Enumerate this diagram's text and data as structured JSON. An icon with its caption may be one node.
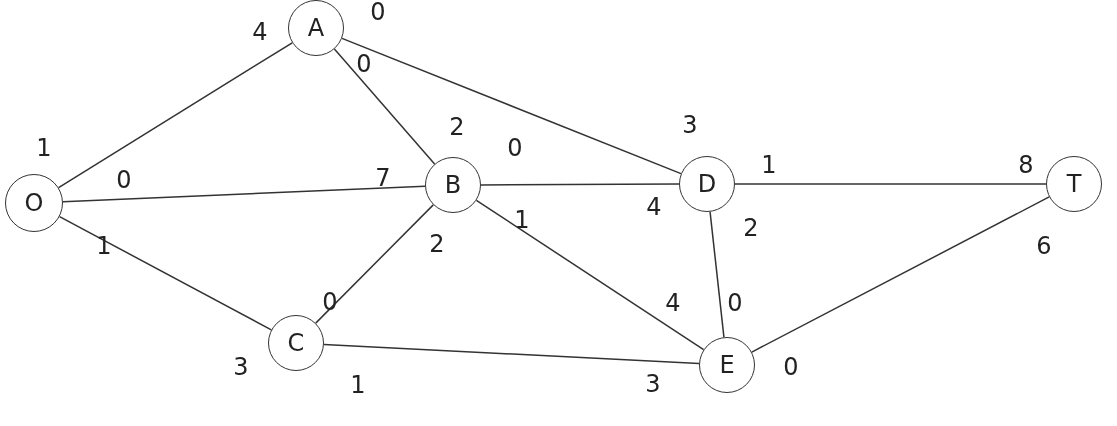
{
  "diagram": {
    "nodes": [
      {
        "text": [
          "O"
        ]
      },
      {
        "text": [
          "A"
        ]
      },
      {
        "text": [
          "B"
        ]
      },
      {
        "text": [
          "C"
        ]
      },
      {
        "text": [
          "D"
        ]
      },
      {
        "text": [
          "E"
        ]
      },
      {
        "text": [
          "T"
        ]
      }
    ],
    "edges": [
      {
        "from": 0,
        "to": 1,
        "arrow": "none"
      },
      {
        "from": 0,
        "to": 2,
        "arrow": "none"
      },
      {
        "from": 0,
        "to": 3,
        "arrow": "none"
      },
      {
        "from": 1,
        "to": 2,
        "arrow": "none"
      },
      {
        "from": 1,
        "to": 4,
        "arrow": "none"
      },
      {
        "from": 2,
        "to": 4,
        "arrow": "none"
      },
      {
        "from": 2,
        "to": 3,
        "arrow": "none"
      },
      {
        "from": 2,
        "to": 5,
        "arrow": "none"
      },
      {
        "from": 3,
        "to": 5,
        "arrow": "none"
      },
      {
        "from": 4,
        "to": 6,
        "arrow": "none"
      },
      {
        "from": 4,
        "to": 5,
        "arrow": "none"
      },
      {
        "from": 5,
        "to": 6,
        "arrow": "none"
      }
    ],
    "labels": [
      "4",
      "0",
      "0",
      "1",
      "2",
      "0",
      "3",
      "1",
      "8",
      "0",
      "7",
      "1",
      "2",
      "1",
      "4",
      "2",
      "6",
      "0",
      "4",
      "0",
      "3",
      "1",
      "3",
      "0"
    ]
  }
}
